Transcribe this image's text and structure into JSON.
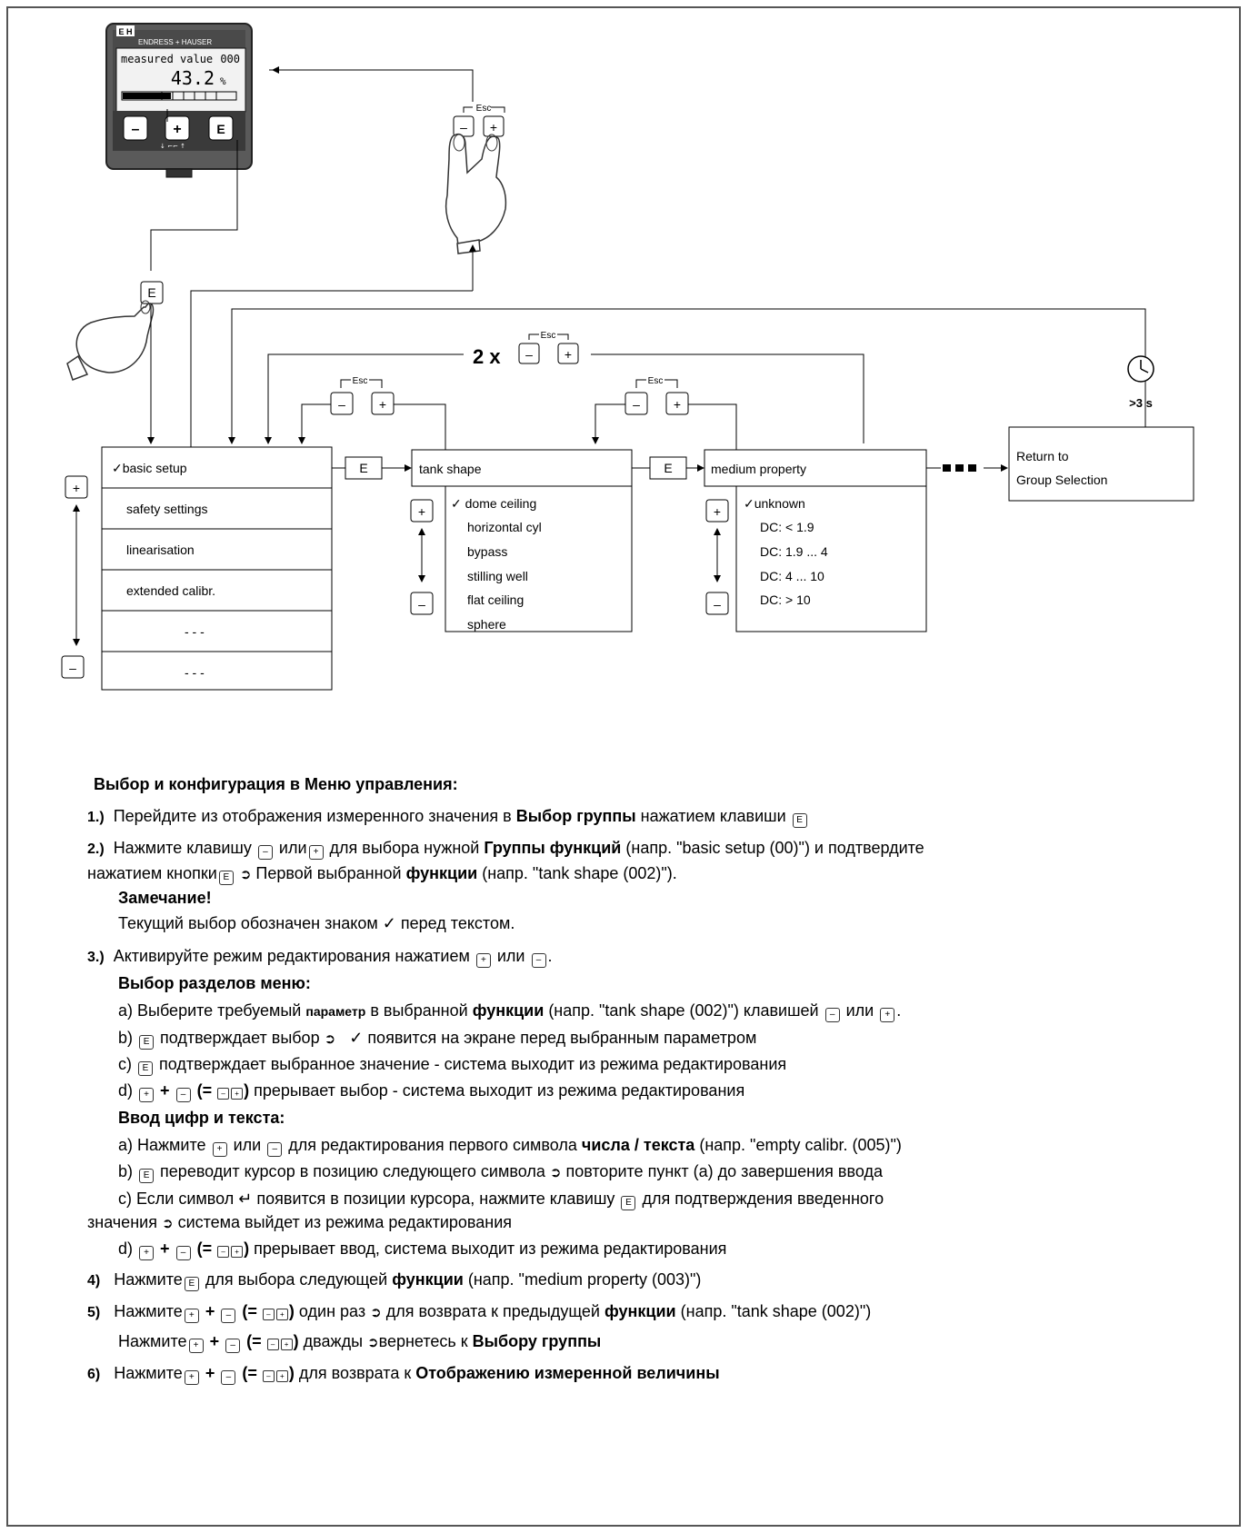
{
  "device": {
    "brand": "ENDRESS + HAUSER",
    "logo": "E+H",
    "display_label": "measured value",
    "display_code": "000",
    "display_value": "43.2",
    "display_unit": "%",
    "bar_level": 0.43,
    "key_minus": "–",
    "key_plus": "+",
    "key_e": "E"
  },
  "esc": {
    "label": "Esc",
    "repeat_label": "2 x"
  },
  "timer": {
    "label": ">3 s",
    "icon": "clock-icon"
  },
  "groups": {
    "items": [
      "basic setup",
      "safety settings",
      "linearisation",
      "extended calibr.",
      "- - -",
      "- - -"
    ]
  },
  "tank_shape": {
    "title": "tank shape",
    "options": [
      "dome ceiling",
      "horizontal cyl",
      "bypass",
      "stilling well",
      "flat ceiling",
      "sphere"
    ]
  },
  "medium_property": {
    "title": "medium property",
    "options": [
      "unknown",
      "DC: < 1.9",
      "DC: 1.9 ... 4",
      "DC: 4 ... 10",
      "DC: > 10"
    ]
  },
  "return_box": {
    "line1": "Return to",
    "line2": "Group Selection"
  },
  "instructions": {
    "heading": "Выбор и конфигурация в Меню управления:",
    "s1_num": "1.)",
    "s1_a": "Перейдите из отображения измеренного значения в",
    "s1_b": "Выбор группы",
    "s1_c": "нажатием клавиши",
    "s2_num": "2.)",
    "s2_a": "Нажмите клавишу",
    "s2_b": "или",
    "s2_c": "для выбора нужной",
    "s2_d": "Группы функций",
    "s2_e": "(напр. \"basic setup (00)\") и подтвердите",
    "s2_f": "нажатием кнопки",
    "s2_g": "Первой выбранной",
    "s2_h": "функции",
    "s2_i": "(напр.  \"tank shape (002)\").",
    "note_title": "Замечание!",
    "note_a": "Текущий выбор обозначен знаком",
    "note_b": "перед текстом.",
    "s3_num": "3.)",
    "s3_a": "Активируйте режим редактирования нажатием",
    "s3_b": "или",
    "menu_title": "Выбор разделов меню:",
    "ma_1": "a) Выберите требуемый",
    "ma_2": "параметр",
    "ma_3": "в выбранной",
    "ma_4": "функции",
    "ma_5": "(напр. \"tank shape (002)\") клавишей",
    "ma_6": "или",
    "mb_1": "b)",
    "mb_2": "подтверждает выбор",
    "mb_3": "появится на экране перед выбранным параметром",
    "mc_1": "c)",
    "mc_2": "подтверждает выбранное значение - система выходит из режима редактирования",
    "md_1": "d)",
    "md_2": "прерывает выбор - система выходит из режима редактирования",
    "entry_title": "Ввод цифр и текста:",
    "ea_1": "a) Нажмите",
    "ea_2": "или",
    "ea_3": "для редактирования первого символа",
    "ea_4": "числа / текста",
    "ea_5": "(напр. \"empty calibr. (005)\")",
    "eb_1": "b)",
    "eb_2": "переводит курсор в позицию следующего символа",
    "eb_3": "повторите пункт (а) до завершения ввода",
    "ec_1": "c) Если символ",
    "ec_2": "появится в позиции курсора, нажмите клавишу",
    "ec_3": "для подтверждения введенного",
    "ec_4": "значения",
    "ec_5": "система выйдет из режима редактирования",
    "ed_1": "d)",
    "ed_2": "прерывает ввод,  система выходит из режима редактирования",
    "s4_num": "4)",
    "s4_a": "Нажмите",
    "s4_b": "для выбора следующей",
    "s4_c": "функции",
    "s4_d": "(напр. \"medium property (003)\")",
    "s5_num": "5)",
    "s5_a": "Нажмите",
    "s5_b": "один раз",
    "s5_c": "для возврата к предыдущей",
    "s5_d": "функции",
    "s5_e": "(напр. \"tank shape (002)\")",
    "s5b_a": "Нажмите",
    "s5b_b": "дважды",
    "s5b_c": "вернетесь к",
    "s5b_d": "Выбору группы",
    "s6_num": "6)",
    "s6_a": "Нажмите",
    "s6_b": "для возврата к",
    "s6_c": "Отображению измеренной величины"
  }
}
